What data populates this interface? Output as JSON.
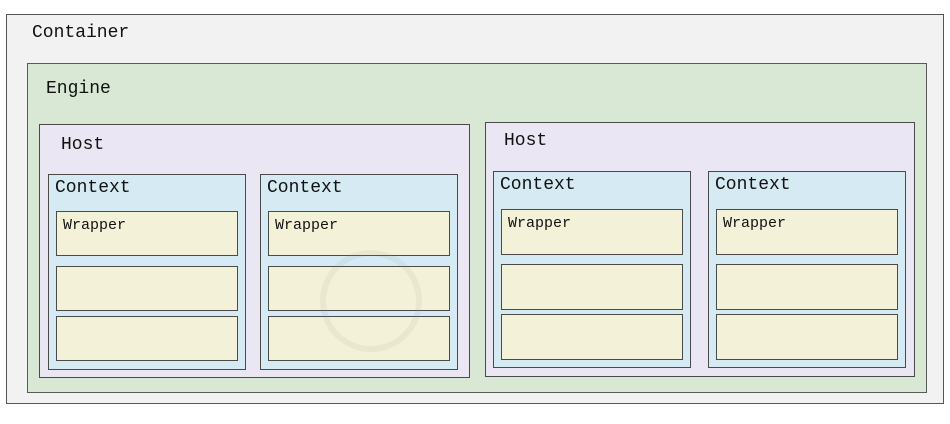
{
  "diagram": {
    "container": "Container",
    "engine": "Engine",
    "hosts": [
      {
        "label": "Host",
        "contexts": [
          {
            "label": "Context",
            "wrappers": [
              "Wrapper",
              "",
              ""
            ]
          },
          {
            "label": "Context",
            "wrappers": [
              "Wrapper",
              "",
              ""
            ]
          }
        ]
      },
      {
        "label": "Host",
        "contexts": [
          {
            "label": "Context",
            "wrappers": [
              "Wrapper",
              "",
              ""
            ]
          },
          {
            "label": "Context",
            "wrappers": [
              "Wrapper",
              "",
              ""
            ]
          }
        ]
      }
    ]
  }
}
